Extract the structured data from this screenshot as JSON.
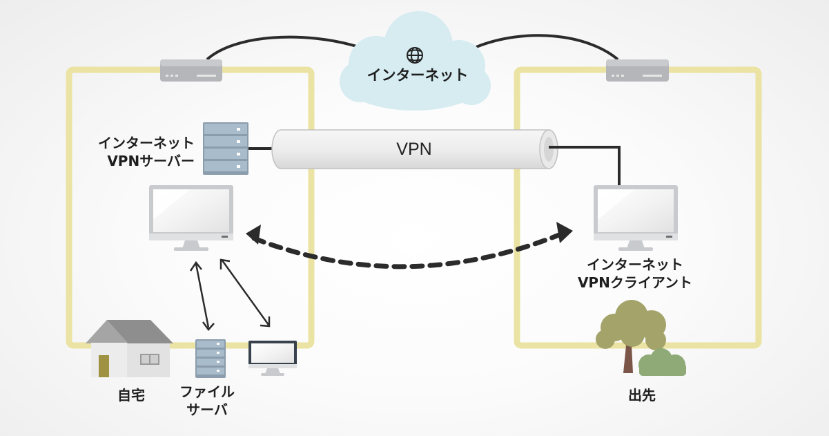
{
  "labels": {
    "internet": "インターネット",
    "vpn": "VPN",
    "vpn_server_line1": "インターネット",
    "vpn_server_line2": "VPNサーバー",
    "vpn_client_line1": "インターネット",
    "vpn_client_line2": "VPNクライアント",
    "home": "自宅",
    "file_server_line1": "ファイル",
    "file_server_line2": "サーバ",
    "remote_site": "出先"
  },
  "colors": {
    "network_boundary": "#ebe3a3",
    "cloud": "#d6ecf1",
    "cable": "#2b2b2b",
    "router": "#b5b6b9",
    "server_rack": "#9fb1c0",
    "monitor_frame": "#c9cacd",
    "tree_foliage": "#a3a36a",
    "tree_trunk": "#7a5548",
    "bush": "#8faa77",
    "house_roof": "#8e8e8e",
    "house_door": "#9f9343"
  }
}
